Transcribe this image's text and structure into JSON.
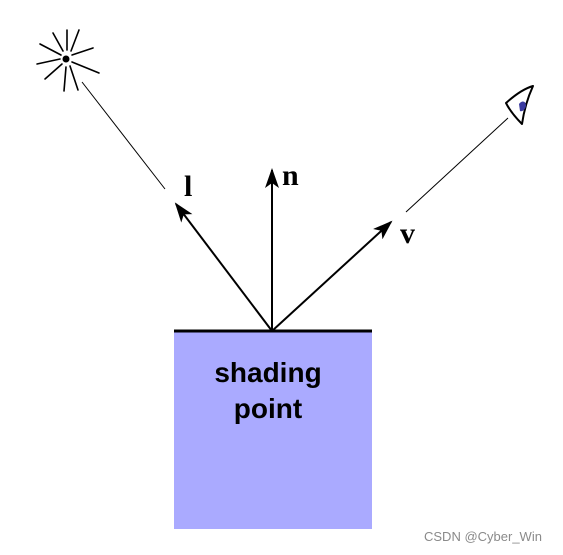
{
  "vectors": {
    "light": {
      "label": "l"
    },
    "normal": {
      "label": "n"
    },
    "view": {
      "label": "v"
    }
  },
  "surface": {
    "label_line1": "shading",
    "label_line2": "point",
    "fill_color": "#aaaaff",
    "edge_color": "#000000"
  },
  "icons": {
    "light_source": "sun-icon",
    "viewer": "eye-icon"
  },
  "watermark": "CSDN @Cyber_Win"
}
